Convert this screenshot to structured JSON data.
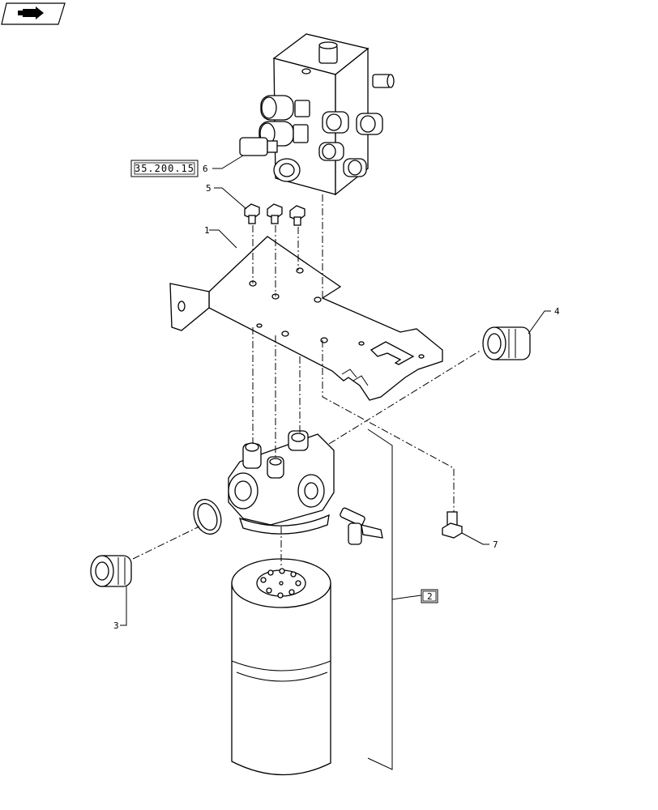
{
  "nav_icon": "page-forward-arrow-icon",
  "reference_box": {
    "text": "35.200.15"
  },
  "callouts": [
    {
      "id": "c1",
      "label": "1"
    },
    {
      "id": "c2",
      "label": "2"
    },
    {
      "id": "c3",
      "label": "3"
    },
    {
      "id": "c4",
      "label": "4"
    },
    {
      "id": "c5",
      "label": "5"
    },
    {
      "id": "c6",
      "label": "6"
    },
    {
      "id": "c7",
      "label": "7"
    }
  ]
}
